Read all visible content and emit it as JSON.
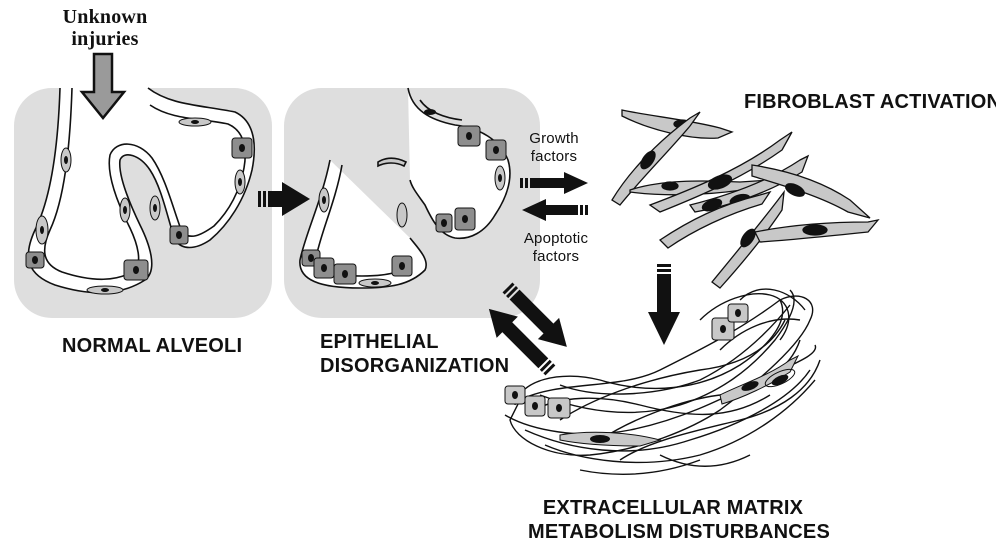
{
  "labels": {
    "injuries": [
      "Unknown",
      "injuries"
    ],
    "normal_alveoli": "NORMAL ALVEOLI",
    "epithelial": [
      "EPITHELIAL",
      "DISORGANIZATION"
    ],
    "fibroblast": "FIBROBLAST ACTIVATION",
    "growth": [
      "Growth",
      "factors"
    ],
    "apoptotic": [
      "Apoptotic",
      "factors"
    ],
    "ecm": [
      "EXTRACELLULAR MATRIX",
      "METABOLISM DISTURBANCES"
    ]
  },
  "colors": {
    "panel": "#dedede",
    "cell": "#c8c8c8",
    "cuboidal": "#8e8e8e",
    "nucleus": "#111111",
    "arrow": "#111111",
    "hollow_arrow_fill": "#9a9a9a"
  }
}
